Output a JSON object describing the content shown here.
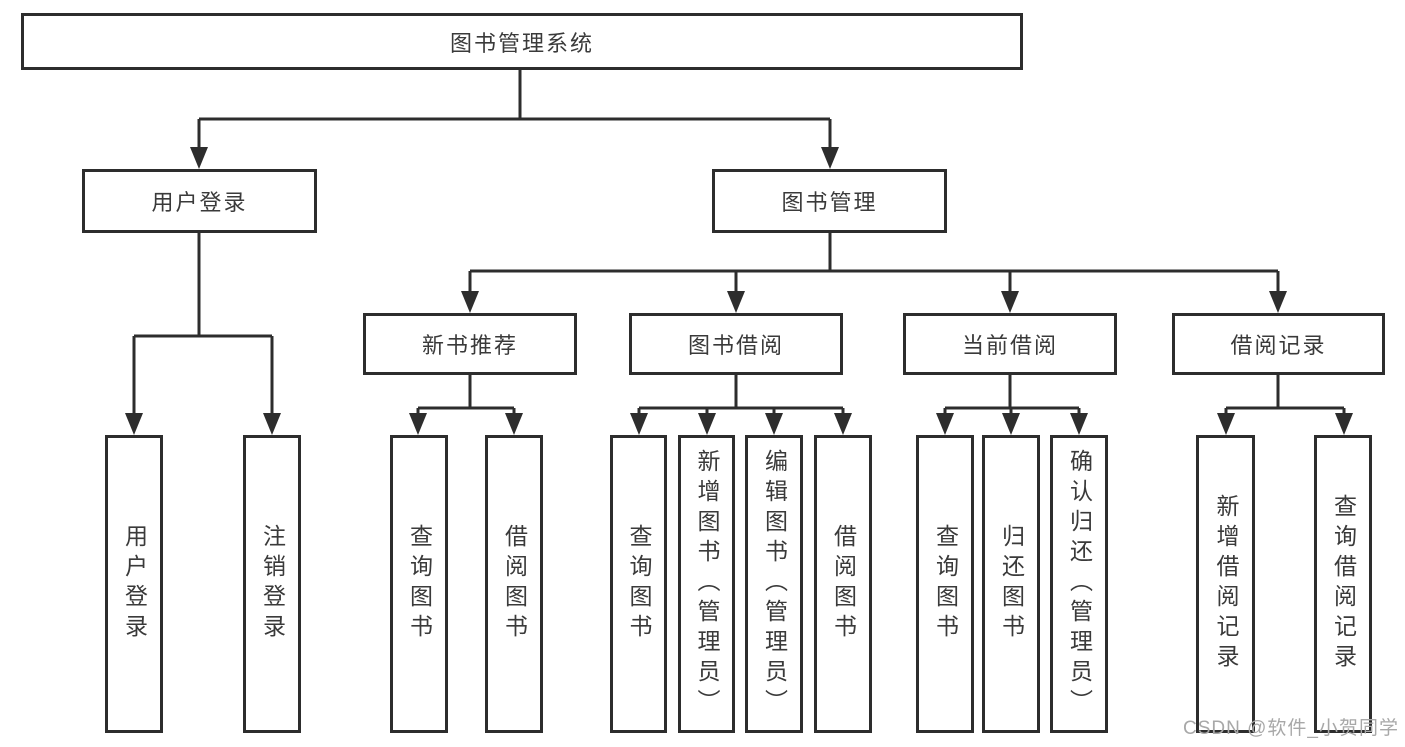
{
  "diagram": {
    "root_label": "图书管理系统",
    "branches": [
      {
        "label": "用户登录",
        "children": [
          "用户登录",
          "注销登录"
        ]
      },
      {
        "label": "图书管理",
        "groups": [
          {
            "label": "新书推荐",
            "children": [
              "查询图书",
              "借阅图书"
            ]
          },
          {
            "label": "图书借阅",
            "children": [
              "查询图书",
              "新增图书（管理员）",
              "编辑图书（管理员）",
              "借阅图书"
            ]
          },
          {
            "label": "当前借阅",
            "children": [
              "查询图书",
              "归还图书",
              "确认归还（管理员）"
            ]
          },
          {
            "label": "借阅记录",
            "children": [
              "新增借阅记录",
              "查询借阅记录"
            ]
          }
        ]
      }
    ]
  },
  "watermark": {
    "text": "CSDN @软件_小贺同学"
  },
  "colors": {
    "line": "#2d2d2d",
    "box_border": "#2d2d2d",
    "box_fill": "#ffffff",
    "text": "#3a3a3a",
    "watermark": "#a8a8a8",
    "background": "#ffffff"
  }
}
